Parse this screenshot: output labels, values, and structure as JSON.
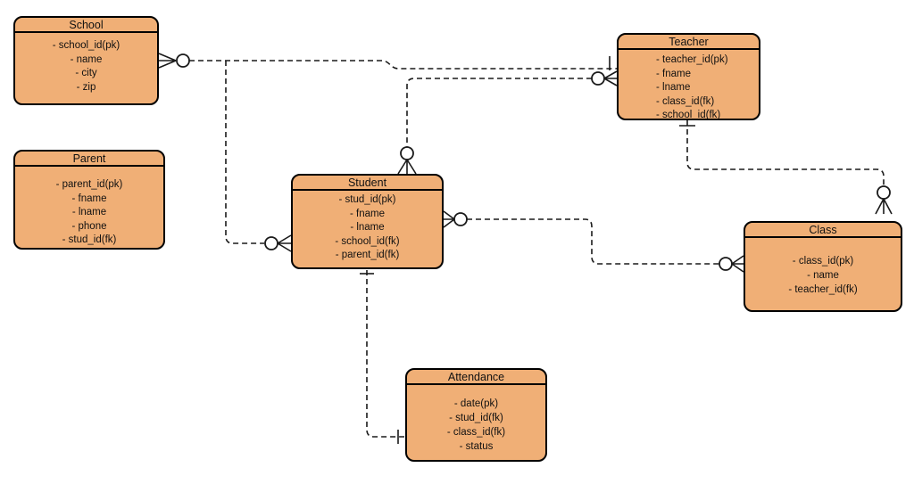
{
  "colors": {
    "entity_fill": "#F0AF76",
    "entity_border": "#000000",
    "connector": "#1A1A1A",
    "background": "#FFFFFF"
  },
  "entities": {
    "school": {
      "title": "School",
      "attributes": [
        "- school_id(pk)",
        "- name",
        "- city",
        "- zip"
      ]
    },
    "parent": {
      "title": "Parent",
      "attributes": [
        "- parent_id(pk)",
        "- fname",
        "- lname",
        "- phone",
        "- stud_id(fk)"
      ]
    },
    "student": {
      "title": "Student",
      "attributes": [
        "- stud_id(pk)",
        "- fname",
        "- lname",
        "- school_id(fk)",
        "- parent_id(fk)"
      ]
    },
    "teacher": {
      "title": "Teacher",
      "attributes": [
        "- teacher_id(pk)",
        "- fname",
        "- lname",
        "- class_id(fk)",
        "- school_id(fk)"
      ]
    },
    "class": {
      "title": "Class",
      "attributes": [
        "- class_id(pk)",
        "- name",
        "- teacher_id(fk)"
      ]
    },
    "attendance": {
      "title": "Attendance",
      "attributes": [
        "- date(pk)",
        "- stud_id(fk)",
        "- class_id(fk)",
        "- status"
      ]
    }
  },
  "relationships": [
    {
      "from": "School",
      "to": "Teacher",
      "from_symbol": "zero-or-many",
      "to_symbol": "one",
      "line_style": "dashed"
    },
    {
      "from": "School",
      "to": "Student",
      "from_symbol": "zero-or-many",
      "to_symbol": "zero-or-many",
      "line_style": "dashed"
    },
    {
      "from": "Teacher",
      "to": "Student",
      "from_symbol": "zero-or-many",
      "to_symbol": "zero-or-many",
      "line_style": "dashed"
    },
    {
      "from": "Student",
      "to": "Class",
      "from_symbol": "zero-or-many",
      "to_symbol": "zero-or-many",
      "line_style": "dashed"
    },
    {
      "from": "Teacher",
      "to": "Class",
      "from_symbol": "one",
      "to_symbol": "zero-or-many",
      "line_style": "dashed"
    },
    {
      "from": "Student",
      "to": "Attendance",
      "from_symbol": "one",
      "to_symbol": "one",
      "line_style": "dashed"
    }
  ]
}
